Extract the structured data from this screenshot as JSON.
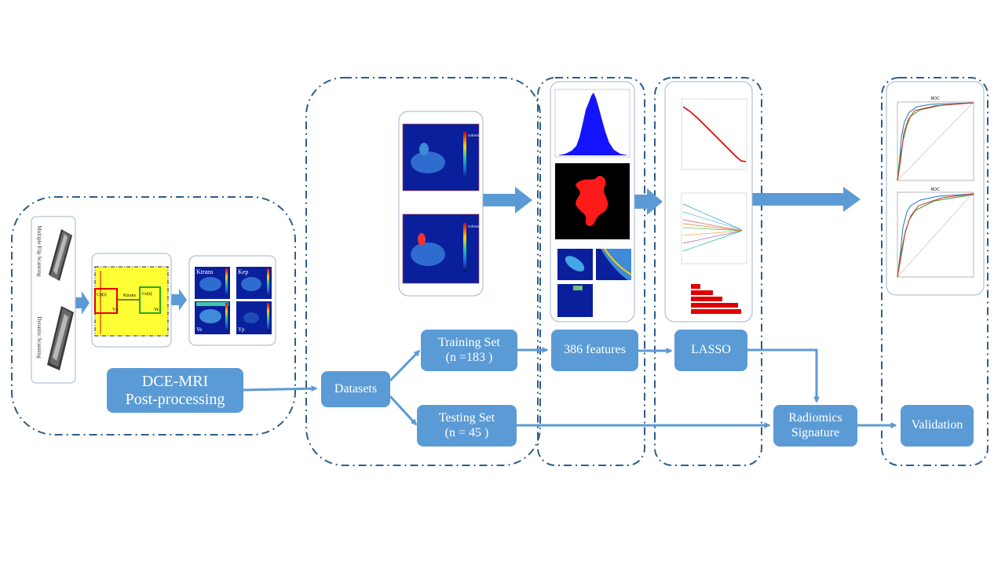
{
  "nodes": {
    "dce_mri": {
      "line1": "DCE-MRI",
      "line2": "Post-processing"
    },
    "datasets": {
      "label": "Datasets"
    },
    "training_set": {
      "line1": "Training Set",
      "line2": "(n =183 )"
    },
    "testing_set": {
      "line1": "Testing Set",
      "line2": "(n = 45 )"
    },
    "features": {
      "label": "386 features"
    },
    "lasso": {
      "label": "LASSO"
    },
    "radiomics_signature": {
      "line1": "Radiomics",
      "line2": "Signature"
    },
    "validation": {
      "label": "Validation"
    }
  },
  "colors": {
    "node_fill": "#5b9bd5",
    "arrow": "#5b9bd5",
    "group_border": "#2e5d8a",
    "parametric_bg": "#0a1f9c",
    "roi_mask": "#ff1a1a",
    "pharmacokinetic_model_bg": "#ffff33"
  },
  "thumbnails": {
    "mri_scanning_labels": [
      "Multiple Flip Scanning",
      "Dynamic Scanning"
    ],
    "pk_model_labels": [
      "Cp(t)",
      "Ktrans",
      "Ce(t)",
      "Vp",
      "Ve"
    ],
    "parametric_map_labels": [
      "Ktrans",
      "Kep",
      "Ve",
      "Vp"
    ],
    "colorbar_title": "colormap",
    "roc_title": "ROC"
  }
}
